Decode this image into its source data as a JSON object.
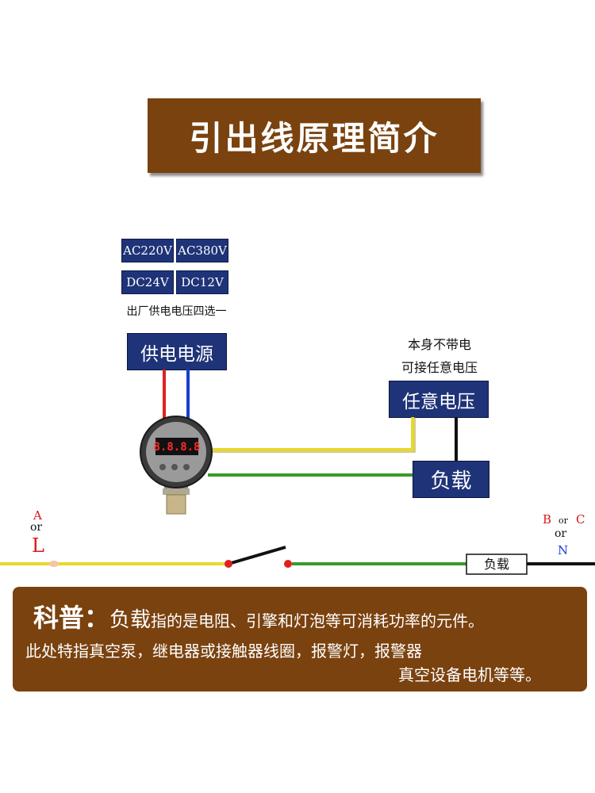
{
  "title": "引出线原理简介",
  "voltage_options": [
    "AC220V",
    "AC380V",
    "DC24V",
    "DC12V"
  ],
  "voltage_caption": "出厂供电电压四选一",
  "power_source_label": "供电电源",
  "any_voltage_note_line1": "本身不带电",
  "any_voltage_note_line2": "可接任意电压",
  "any_voltage_label": "任意电压",
  "load_label": "负载",
  "gauge": {
    "readout": "8.8.8.8"
  },
  "left_terminal": {
    "top": "A",
    "or": "or",
    "bottom": "L"
  },
  "right_terminal": {
    "b": "B",
    "or1": "or",
    "c": "C",
    "or2": "or",
    "n": "N"
  },
  "bottom_load_label": "负载",
  "note": {
    "title": "科普：",
    "term": "负载",
    "line1_rest": "指的是电阻、引擎和灯泡等可消耗功率的元件。",
    "line2": "此处特指真空泵，继电器或接触器线圈，报警灯，报警器",
    "line3": "真空设备电机等等。"
  },
  "colors": {
    "brown": "#7a420f",
    "navy": "#1f3378",
    "red_wire": "#e02020",
    "blue_wire": "#1a3fd0",
    "yellow_wire": "#e8d830",
    "green_wire": "#3a9a2a",
    "label_red": "#d81818",
    "label_blue": "#1a40d8"
  }
}
